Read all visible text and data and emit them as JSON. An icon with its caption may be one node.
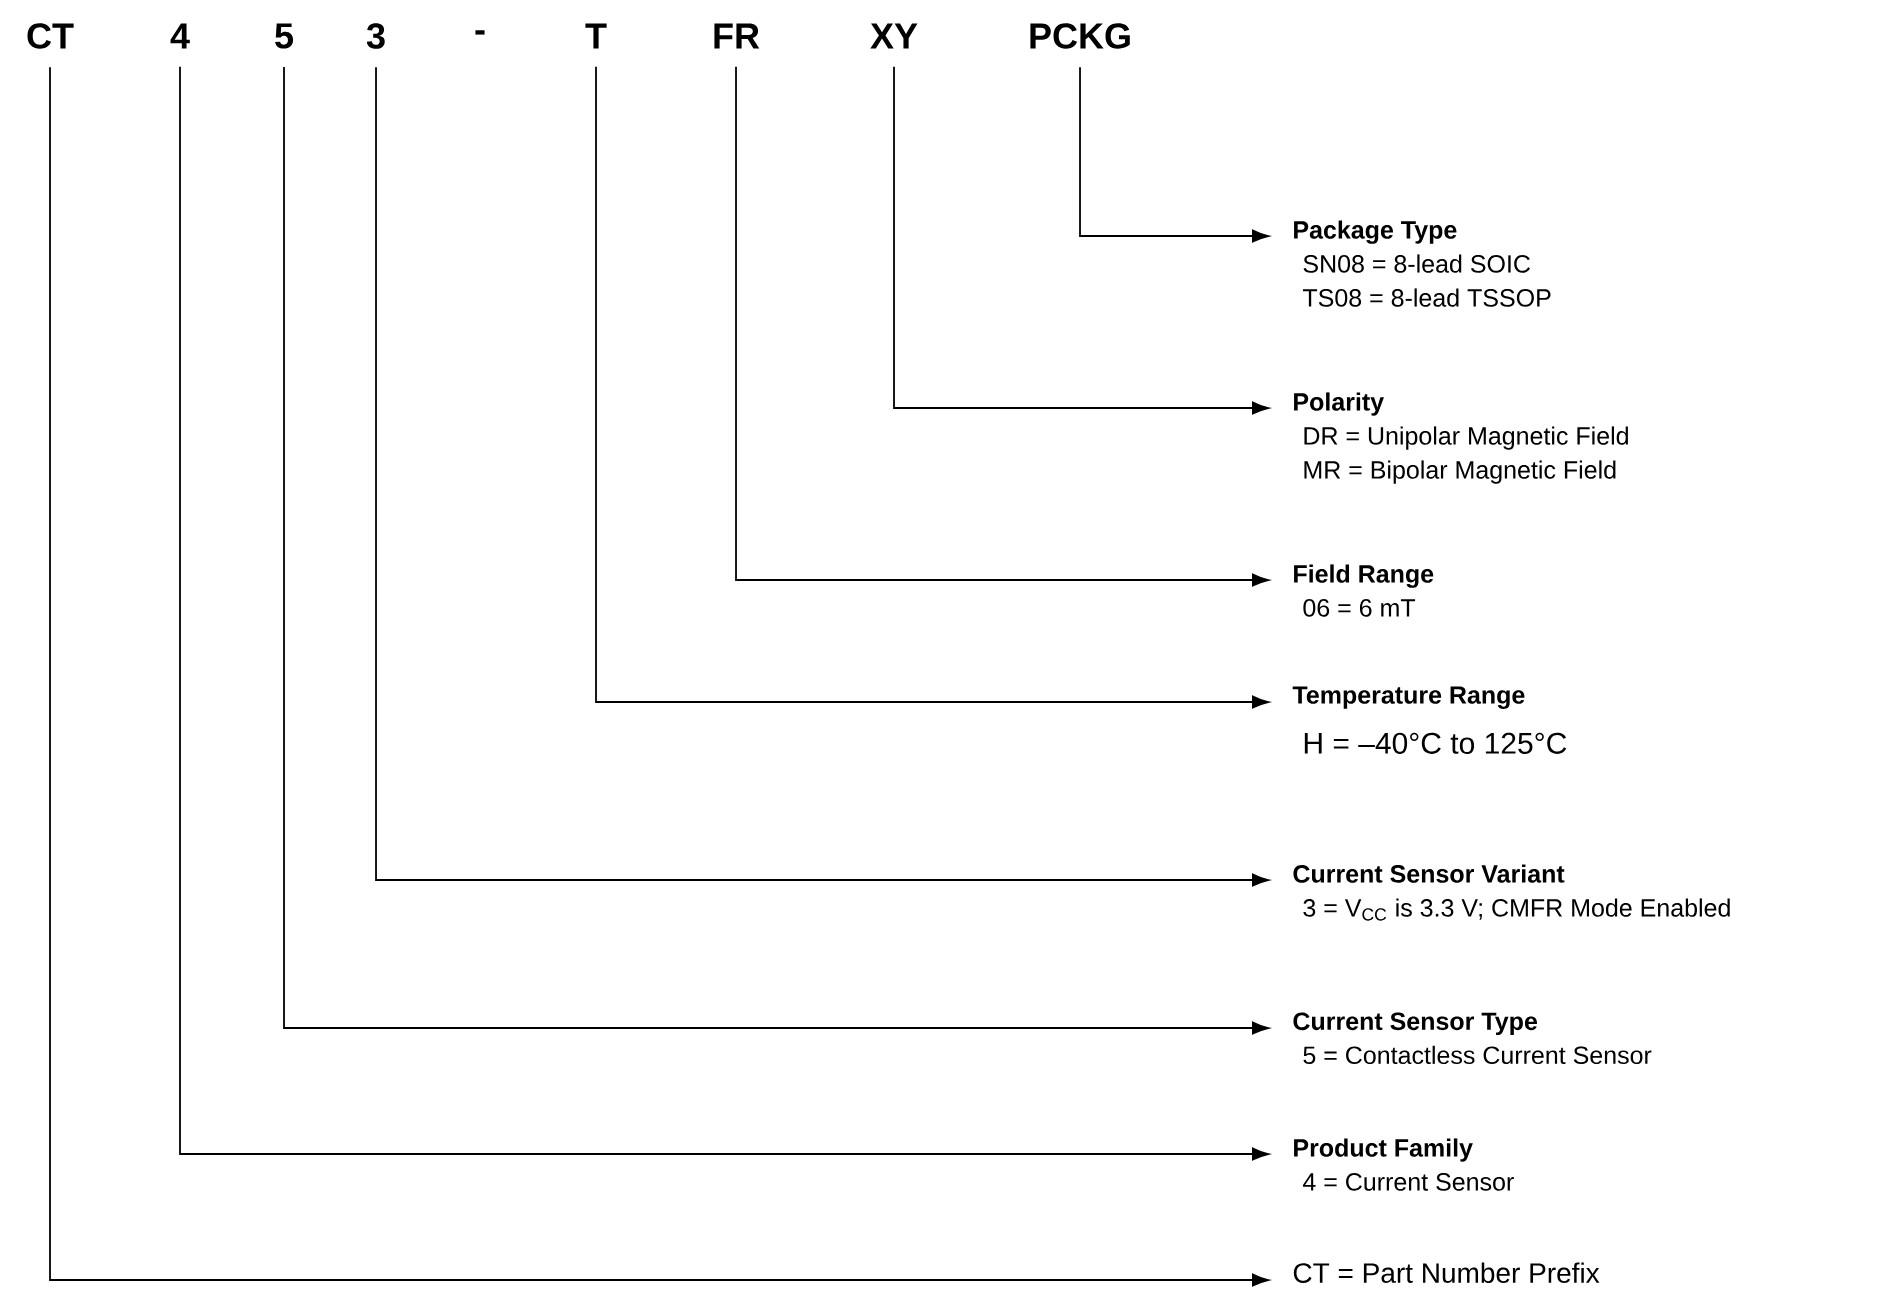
{
  "diagram": {
    "nodes": [
      {
        "text": [
          "CT"
        ]
      },
      {
        "text": [
          "4"
        ]
      },
      {
        "text": [
          "5"
        ]
      },
      {
        "text": [
          "3"
        ]
      },
      {
        "text": [
          "T"
        ]
      },
      {
        "text": [
          "FR"
        ]
      },
      {
        "text": [
          "XY"
        ]
      },
      {
        "text": [
          "PCKG"
        ]
      },
      {
        "text": [
          "Package Type",
          "SN08 = 8-lead SOIC",
          "TS08 = 8-lead TSSOP"
        ]
      },
      {
        "text": [
          "Polarity",
          "DR = Unipolar Magnetic Field",
          "MR = Bipolar Magnetic Field"
        ]
      },
      {
        "text": [
          "Field Range",
          "06 = 6 mT"
        ]
      },
      {
        "text": [
          "Temperature Range",
          "H = –40°C to 125°C"
        ]
      },
      {
        "text": [
          "Current Sensor Variant",
          "3 = V$_{CC}$ is 3.3 V; CMFR Mode Enabled"
        ]
      },
      {
        "text": [
          "Current Sensor Type",
          "5 = Contactless Current Sensor"
        ]
      },
      {
        "text": [
          "Product Family",
          "4 = Current Sensor"
        ]
      },
      {
        "text": [
          "CT = Part Number Prefix"
        ]
      }
    ],
    "edges": [
      {
        "from": 7,
        "to": 8,
        "arrow": "to"
      },
      {
        "from": 6,
        "to": 9,
        "arrow": "to"
      },
      {
        "from": 5,
        "to": 10,
        "arrow": "to"
      },
      {
        "from": 4,
        "to": 11,
        "arrow": "to"
      },
      {
        "from": 3,
        "to": 12,
        "arrow": "to"
      },
      {
        "from": 2,
        "to": 13,
        "arrow": "to"
      },
      {
        "from": 1,
        "to": 14,
        "arrow": "to"
      },
      {
        "from": 0,
        "to": 15,
        "arrow": "to"
      }
    ],
    "labels": [
      "-"
    ]
  }
}
